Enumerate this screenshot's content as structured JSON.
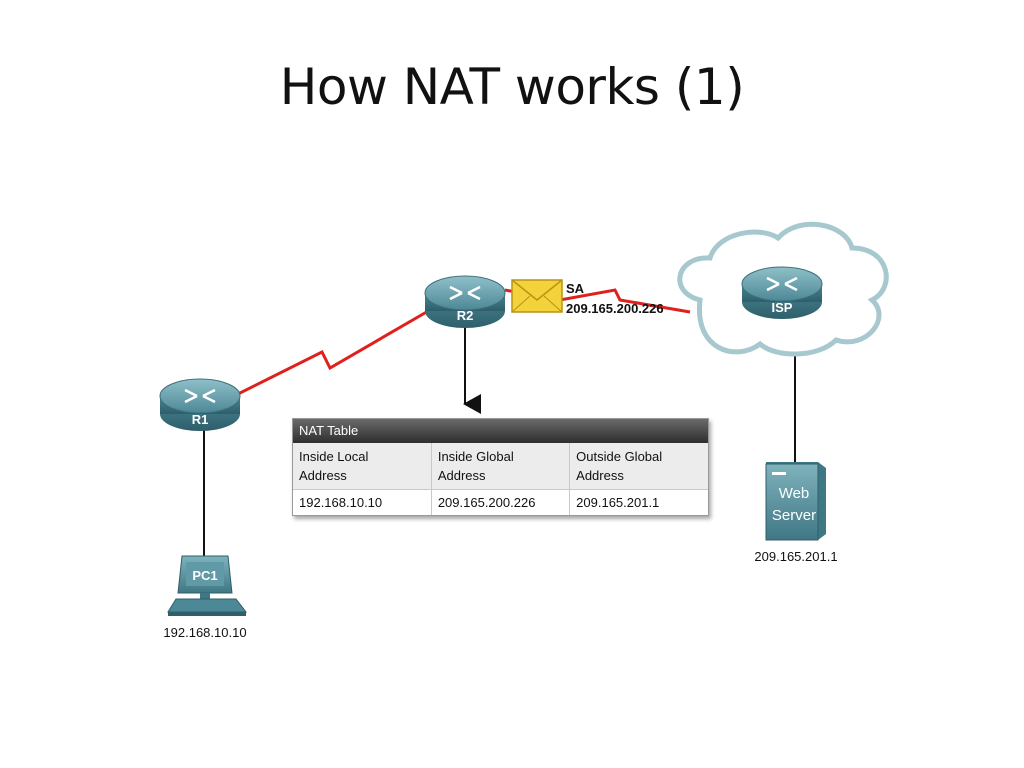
{
  "slide": {
    "title": "How NAT works (1)"
  },
  "devices": {
    "r1": {
      "label": "R1"
    },
    "r2": {
      "label": "R2"
    },
    "isp": {
      "label": "ISP"
    },
    "pc1": {
      "label": "PC1",
      "address": "192.168.10.10"
    },
    "web_server": {
      "label_line1": "Web",
      "label_line2": "Server",
      "address": "209.165.201.1"
    }
  },
  "packet": {
    "sa_label": "SA",
    "address": "209.165.200.226"
  },
  "nat_table": {
    "title": "NAT Table",
    "headers": [
      {
        "line1": "Inside Local",
        "line2": "Address"
      },
      {
        "line1": "Inside Global",
        "line2": "Address"
      },
      {
        "line1": "Outside Global",
        "line2": "Address"
      }
    ],
    "rows": [
      [
        "192.168.10.10",
        "209.165.200.226",
        "209.165.201.1"
      ]
    ]
  },
  "colors": {
    "router_teal": "#4f8b98",
    "link_red": "#e0201c",
    "cloud_stroke": "#9fc3c9",
    "envelope": "#f4d23c"
  }
}
